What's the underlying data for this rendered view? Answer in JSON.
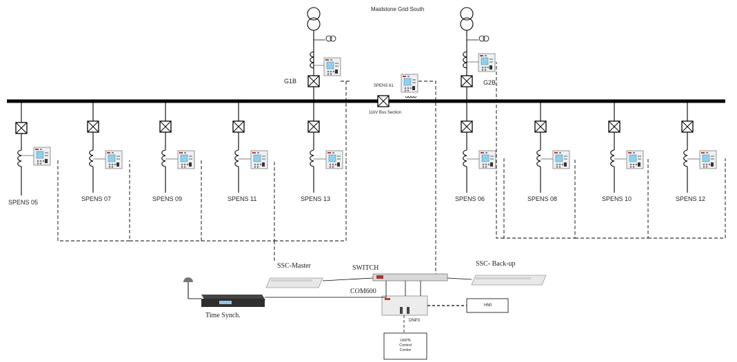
{
  "title": "Maidstone Grid South",
  "incomers": [
    {
      "id": "G1B",
      "label": "G1B"
    },
    {
      "id": "G2B",
      "label": "G2B"
    }
  ],
  "bus_section": {
    "relay": "SPENS 61",
    "label": "11kV Bus Section"
  },
  "feeders": [
    {
      "label": "SPENS 05"
    },
    {
      "label": "SPENS 07"
    },
    {
      "label": "SPENS 09"
    },
    {
      "label": "SPENS 11"
    },
    {
      "label": "SPENS 13"
    },
    {
      "label": "SPENS 06"
    },
    {
      "label": "SPENS 08"
    },
    {
      "label": "SPENS 10"
    },
    {
      "label": "SPENS 12"
    }
  ],
  "comms": {
    "switch": "SWITCH",
    "ssc_master": "SSC-Master",
    "ssc_backup": "SSC- Back-up",
    "com500": "COM600",
    "time_sync": "Time Synch.",
    "hmi": "HMI",
    "dnp3": "DNP3",
    "control_centre": [
      "UKPN",
      "Control",
      "Centre"
    ]
  }
}
